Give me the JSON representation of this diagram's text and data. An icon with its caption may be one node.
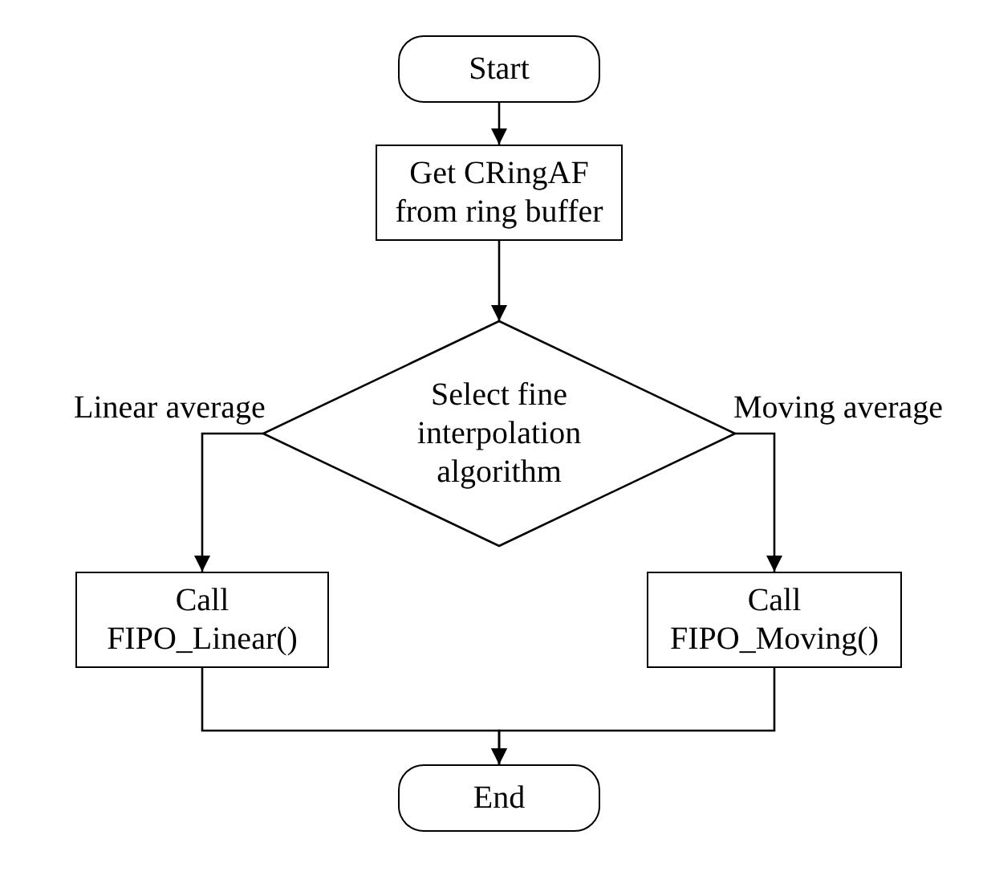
{
  "diagram": {
    "nodes": [
      {
        "text": [
          "Start"
        ]
      },
      {
        "text": [
          "Get CRingAF from ring buffer"
        ]
      },
      {
        "text": [
          "Select fine interpolation algorithm"
        ]
      },
      {
        "text": [
          "Call FIPO_Linear()"
        ]
      },
      {
        "text": [
          "Call FIPO_Moving()"
        ]
      },
      {
        "text": [
          "End"
        ]
      }
    ],
    "edges": [
      {
        "from": 0,
        "to": 1,
        "arrow": "to"
      },
      {
        "from": 1,
        "to": 2,
        "arrow": "to"
      },
      {
        "from": 2,
        "to": 3,
        "arrow": "to",
        "label": "Linear average"
      },
      {
        "from": 2,
        "to": 4,
        "arrow": "to",
        "label": "Moving average"
      },
      {
        "from": 3,
        "to": 5,
        "arrow": "to"
      },
      {
        "from": 4,
        "to": 5,
        "arrow": "to"
      }
    ]
  }
}
